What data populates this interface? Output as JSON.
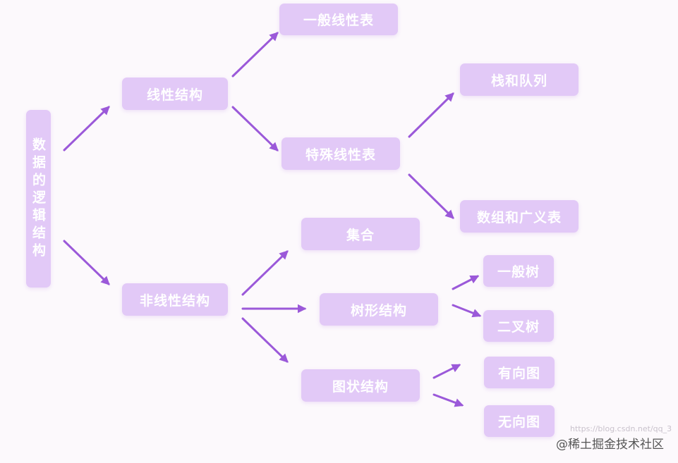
{
  "colors": {
    "node_fill": "#e2c9f7",
    "node_text": "#ffffff",
    "arrow": "#9b59d9",
    "background": "#fcf9fc"
  },
  "nodes": {
    "root": "数据的逻辑结构",
    "linear": "线性结构",
    "nonlinear": "非线性结构",
    "general_linear": "一般线性表",
    "special_linear": "特殊线性表",
    "stack_queue": "栈和队列",
    "array_generalized": "数组和广义表",
    "set": "集合",
    "tree": "树形结构",
    "general_tree": "一般树",
    "binary_tree": "二叉树",
    "graph": "图状结构",
    "directed_graph": "有向图",
    "undirected_graph": "无向图"
  },
  "watermark": {
    "text": "@稀土掘金技术社区",
    "faint_text": "https://blog.csdn.net/qq_3"
  }
}
